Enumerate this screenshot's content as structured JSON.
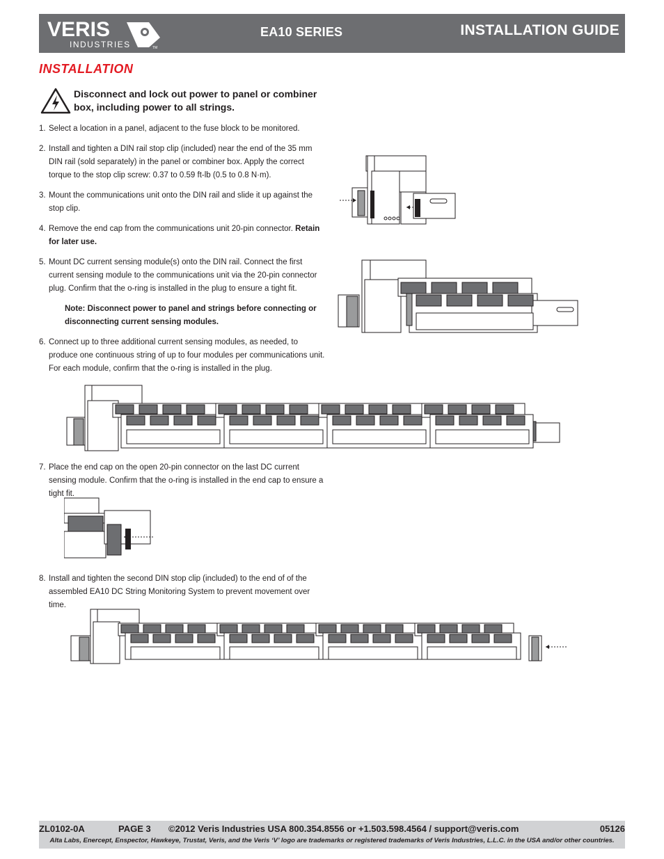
{
  "header": {
    "logo_main": "VERIS",
    "logo_sub": "INDUSTRIES",
    "logo_tm": "TM",
    "series": "EA10 SERIES",
    "title": "INSTALLATION GUIDE"
  },
  "section_title": "INSTALLATION",
  "warning": "Disconnect and lock out power to panel or combiner box, including power to all strings.",
  "steps": [
    {
      "num": "1.",
      "text": "Select a location in a panel, adjacent to the fuse block to be monitored."
    },
    {
      "num": "2.",
      "text": "Install and tighten a DIN rail stop clip (included) near the end of the 35 mm DIN rail (sold separately) in the panel or combiner box. Apply the correct torque to the stop clip screw: 0.37 to 0.59 ft-lb (0.5 to 0.8 N·m)."
    },
    {
      "num": "3.",
      "text": "Mount the communications unit onto the DIN rail and slide it up against the stop clip."
    },
    {
      "num": "4.",
      "text": "Remove the end cap from the communications unit 20-pin connector. ",
      "bold": "Retain for later use."
    },
    {
      "num": "5.",
      "text": "Mount DC current sensing module(s) onto the DIN rail. Connect the first current sensing module to the communications unit via the 20-pin connector plug. Confirm that the o-ring is installed in the plug to ensure a tight fit."
    },
    {
      "num": "6.",
      "text": "Connect up to three additional current sensing modules, as needed, to produce one continuous string of up to four modules per communications unit. For each module, confirm that the o-ring is installed in the plug."
    },
    {
      "num": "7.",
      "text": "Place the end cap on the open 20-pin connector on the last DC current sensing module. Confirm that the o-ring is installed in the end cap to ensure a tight fit."
    },
    {
      "num": "8.",
      "text": "Install and tighten the second DIN stop clip (included) to the end of of the assembled EA10 DC String Monitoring System to prevent movement over time."
    }
  ],
  "note": "Note:  Disconnect power to panel and strings before connecting or disconnecting current sensing modules.",
  "footer": {
    "doc_id": "ZL0102-0A",
    "page": "PAGE 3",
    "contact": "©2012 Veris Industries   USA 800.354.8556 or +1.503.598.4564  / support@veris.com",
    "code": "05126",
    "trademark": "Alta Labs, Enercept, Enspector, Hawkeye, Trustat, Veris, and the Veris ‘V’ logo are trademarks or registered trademarks of  Veris Industries, L.L.C. in the USA and/or other countries."
  },
  "colors": {
    "header_bg": "#6d6e71",
    "accent_red": "#e31b23",
    "footer_bg": "#d1d2d4"
  }
}
